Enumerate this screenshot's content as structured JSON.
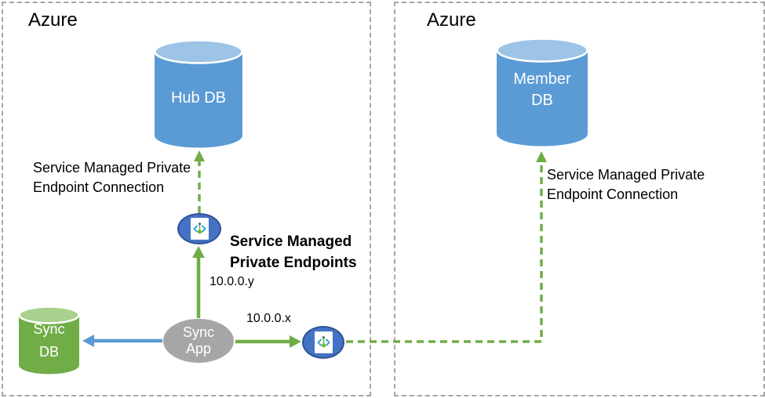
{
  "boxes": {
    "left": {
      "label": "Azure"
    },
    "right": {
      "label": "Azure"
    }
  },
  "nodes": {
    "hub_db": {
      "label": "Hub DB",
      "type": "database"
    },
    "member_db": {
      "label": "Member\nDB",
      "type": "database"
    },
    "sync_db": {
      "label": "Sync\nDB",
      "type": "database"
    },
    "sync_app": {
      "label": "Sync\nApp",
      "type": "application"
    },
    "private_endpoint_top": {
      "icon": "private-endpoint-icon"
    },
    "private_endpoint_right": {
      "icon": "private-endpoint-icon"
    }
  },
  "labels": {
    "left_connection": "Service Managed Private\nEndpoint Connection",
    "right_connection": "Service Managed Private\nEndpoint Connection",
    "private_endpoints_title": "Service Managed\nPrivate Endpoints",
    "ip_y": "10.0.0.y",
    "ip_x": "10.0.0.x"
  },
  "colors": {
    "blue-body": "#5B9BD5",
    "blue-top": "#9DC3E6",
    "green-body": "#70AD47",
    "green-top": "#A9D18E",
    "gray-node": "#A6A6A6",
    "endpoint-fill": "#4472C4",
    "endpoint-border": "#2F5496",
    "arrow-green": "#70AD47",
    "arrow-blue": "#5B9BD5",
    "box-border": "#A6A6A6",
    "icon-chevron": "#35A3DC",
    "icon-pin": "#76BC21",
    "icon-dot": "#41719C",
    "text": "#000000"
  }
}
